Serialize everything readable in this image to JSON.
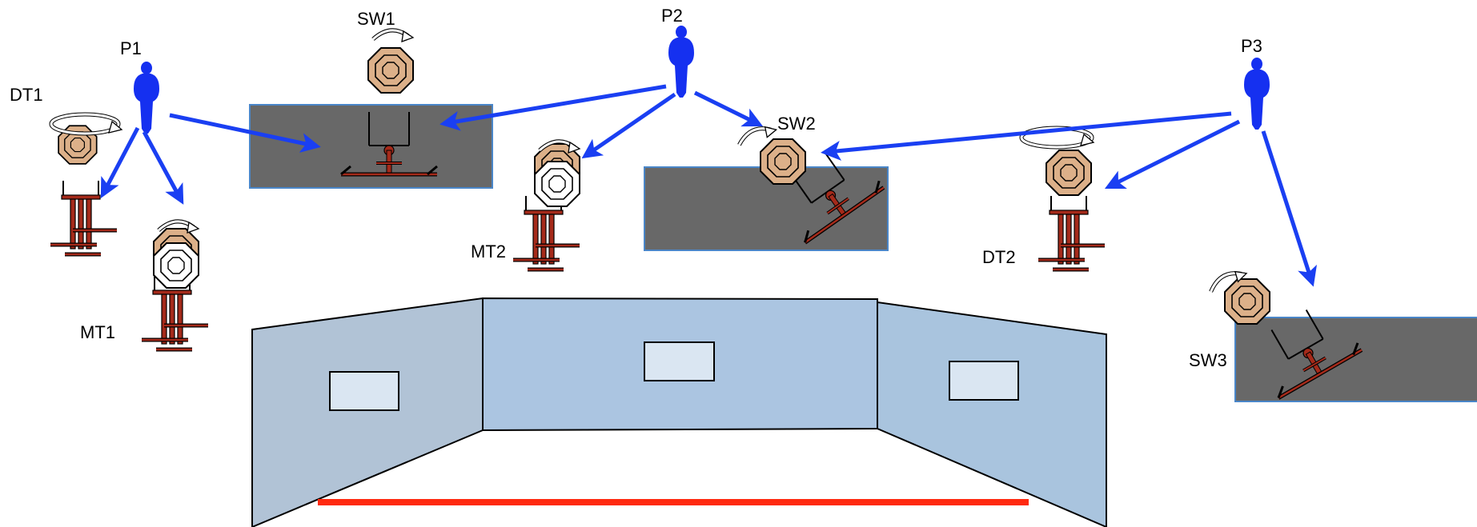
{
  "positions": [
    {
      "id": "p1",
      "label": "P1"
    },
    {
      "id": "p2",
      "label": "P2"
    },
    {
      "id": "p3",
      "label": "P3"
    }
  ],
  "targets": [
    {
      "id": "dt1",
      "label": "DT1",
      "kind": "drop-turner-target"
    },
    {
      "id": "mt1",
      "label": "MT1",
      "kind": "mini-turner-target"
    },
    {
      "id": "sw1",
      "label": "SW1",
      "kind": "swinger-target"
    },
    {
      "id": "mt2",
      "label": "MT2",
      "kind": "mini-turner-target"
    },
    {
      "id": "sw2",
      "label": "SW2",
      "kind": "swinger-target"
    },
    {
      "id": "dt2",
      "label": "DT2",
      "kind": "drop-turner-target"
    },
    {
      "id": "sw3",
      "label": "SW3",
      "kind": "swinger-target"
    }
  ],
  "icons": [
    "shooter-icon",
    "steel-target-icon",
    "rotation-arrow-icon",
    "target-stand-icon"
  ],
  "colors": {
    "shooter": "#1530f0",
    "arrow": "#1a3ff2",
    "steel": "#dcb089",
    "stand": "#a52a1a",
    "hardcover": "#686868",
    "wall_left": "#b1c3d6",
    "wall_center": "#abc5e1",
    "wall_right": "#a9c4de",
    "window": "#dae6f2",
    "fault_line": "#ff2a10"
  }
}
